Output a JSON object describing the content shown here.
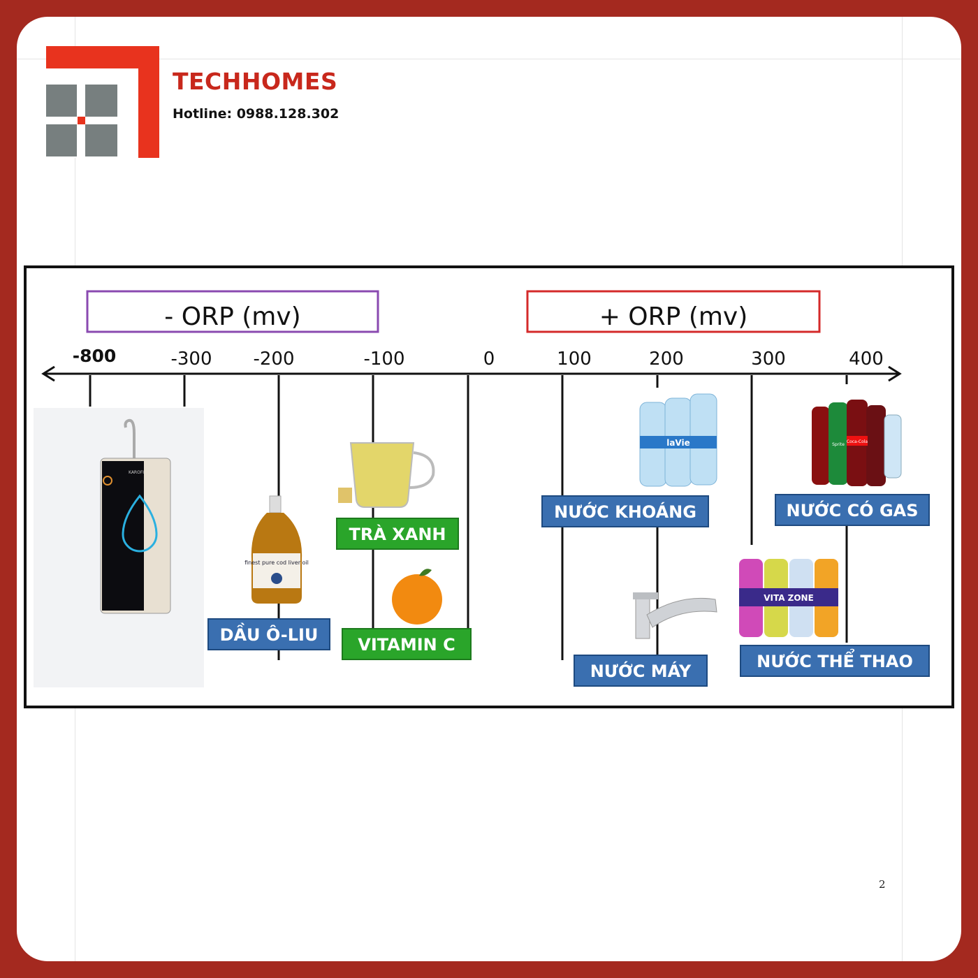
{
  "brand": {
    "name": "TECHHOMES",
    "hotline": "Hotline: 0988.128.302",
    "logo_red": "#e8331e",
    "logo_gray": "#777f7f"
  },
  "page_number": "2",
  "diagram": {
    "negative_header": "- ORP (mv)",
    "positive_header": "+ ORP (mv)",
    "negative_color": "#8a4ab0",
    "positive_color": "#d42a2a",
    "axis_ticks": [
      "-800",
      "-300",
      "-200",
      "-100",
      "0",
      "100",
      "200",
      "300",
      "400"
    ],
    "labels": {
      "olive_oil": "DẦU Ô-LIU",
      "green_tea": "TRÀ XANH",
      "vitamin_c": "VITAMIN C",
      "mineral_water": "NƯỚC KHOÁNG",
      "tap_water": "NƯỚC MÁY",
      "soft_drink": "NƯỚC CÓ GAS",
      "sports_drink": "NƯỚC THỂ THAO"
    },
    "label_colors": {
      "green": "#2aa52a",
      "blue": "#3a6fb0"
    },
    "product_text": {
      "purifier": "KAROFI",
      "oil_bottle": "finest pure cod liver oil",
      "water_brand": "laVie",
      "cola": "Coca-Cola",
      "sprite": "Sprite",
      "sports_brand": "VITA ZONE"
    }
  }
}
